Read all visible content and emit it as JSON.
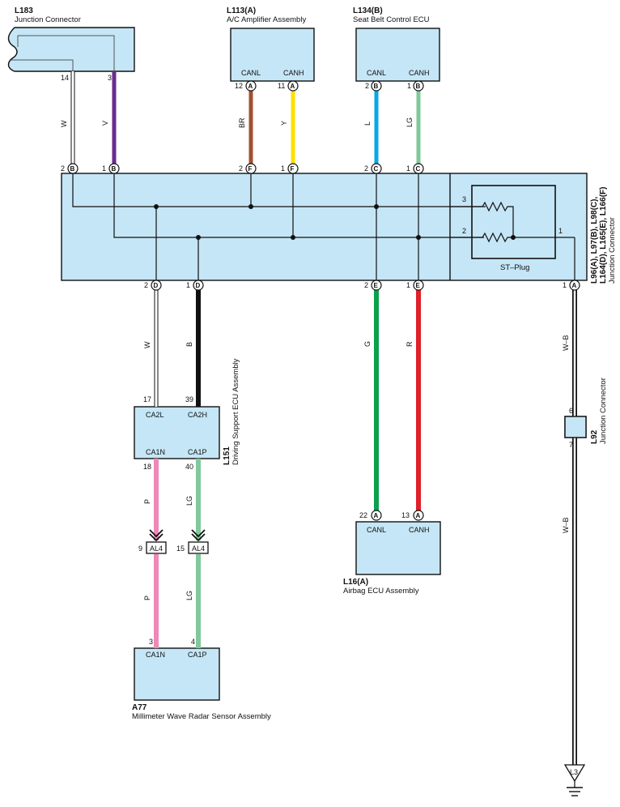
{
  "connectors": {
    "l183": {
      "id": "L183",
      "name": "Junction Connector"
    },
    "l113": {
      "id": "L113(A)",
      "name": "A/C Amplifier Assembly"
    },
    "l134": {
      "id": "L134(B)",
      "name": "Seat Belt Control ECU"
    },
    "l96": {
      "id": "L96(A), L97(B), L98(C),",
      "id2": "L164(D), L165(E), L166(F)",
      "name": "Junction Connector",
      "plug": "ST–Plug"
    },
    "l151": {
      "id": "L151",
      "name": "Driving Support ECU Assembly"
    },
    "l92": {
      "id": "L92",
      "name": "Junction Connector"
    },
    "l16": {
      "id": "L16(A)",
      "name": "Airbag ECU Assembly"
    },
    "a77": {
      "id": "A77",
      "name": "Millimeter Wave Radar Sensor Assembly"
    },
    "al4": {
      "label": "AL4"
    },
    "ground": {
      "label": "L3"
    }
  },
  "pins": {
    "l183_w": "14",
    "l183_v": "3",
    "l113_canl": "12",
    "l113_canh": "11",
    "l134_canl": "2",
    "l134_canh": "1",
    "j_b2": "2",
    "j_b1": "1",
    "j_f2": "2",
    "j_f1": "1",
    "j_c2": "2",
    "j_c1": "1",
    "j_d2": "2",
    "j_d1": "1",
    "j_e2": "2",
    "j_e1": "1",
    "j_a1": "1",
    "st3": "3",
    "st2": "2",
    "st1": "1",
    "l151_ca2l": "17",
    "l151_ca2h": "39",
    "l151_ca1n": "18",
    "l151_ca1p": "40",
    "al4_p": "9",
    "al4_lg": "15",
    "a77_ca1n": "3",
    "a77_ca1p": "4",
    "l16_canl": "22",
    "l16_canh": "13",
    "l92_in": "6",
    "l92_out": "7"
  },
  "signals": {
    "canl": "CANL",
    "canh": "CANH",
    "ca2l": "CA2L",
    "ca2h": "CA2H",
    "ca1n": "CA1N",
    "ca1p": "CA1P"
  },
  "circle_letters": {
    "A": "A",
    "B": "B",
    "C": "C",
    "D": "D",
    "E": "E",
    "F": "F"
  },
  "wire_colors": {
    "w": "W",
    "v": "V",
    "br": "BR",
    "y": "Y",
    "l": "L",
    "lg": "LG",
    "b": "B",
    "g": "G",
    "r": "R",
    "p": "P",
    "wb": "W–B"
  },
  "colors": {
    "component_fill": "#c5e6f6",
    "violet": "#6a2b8e",
    "brown": "#a0522d",
    "yellow": "#ffe000",
    "blue": "#0aa7e6",
    "light_green": "#7fc99a",
    "black": "#111111",
    "green": "#0aa04c",
    "red": "#e0202a",
    "pink": "#ee88b8"
  }
}
